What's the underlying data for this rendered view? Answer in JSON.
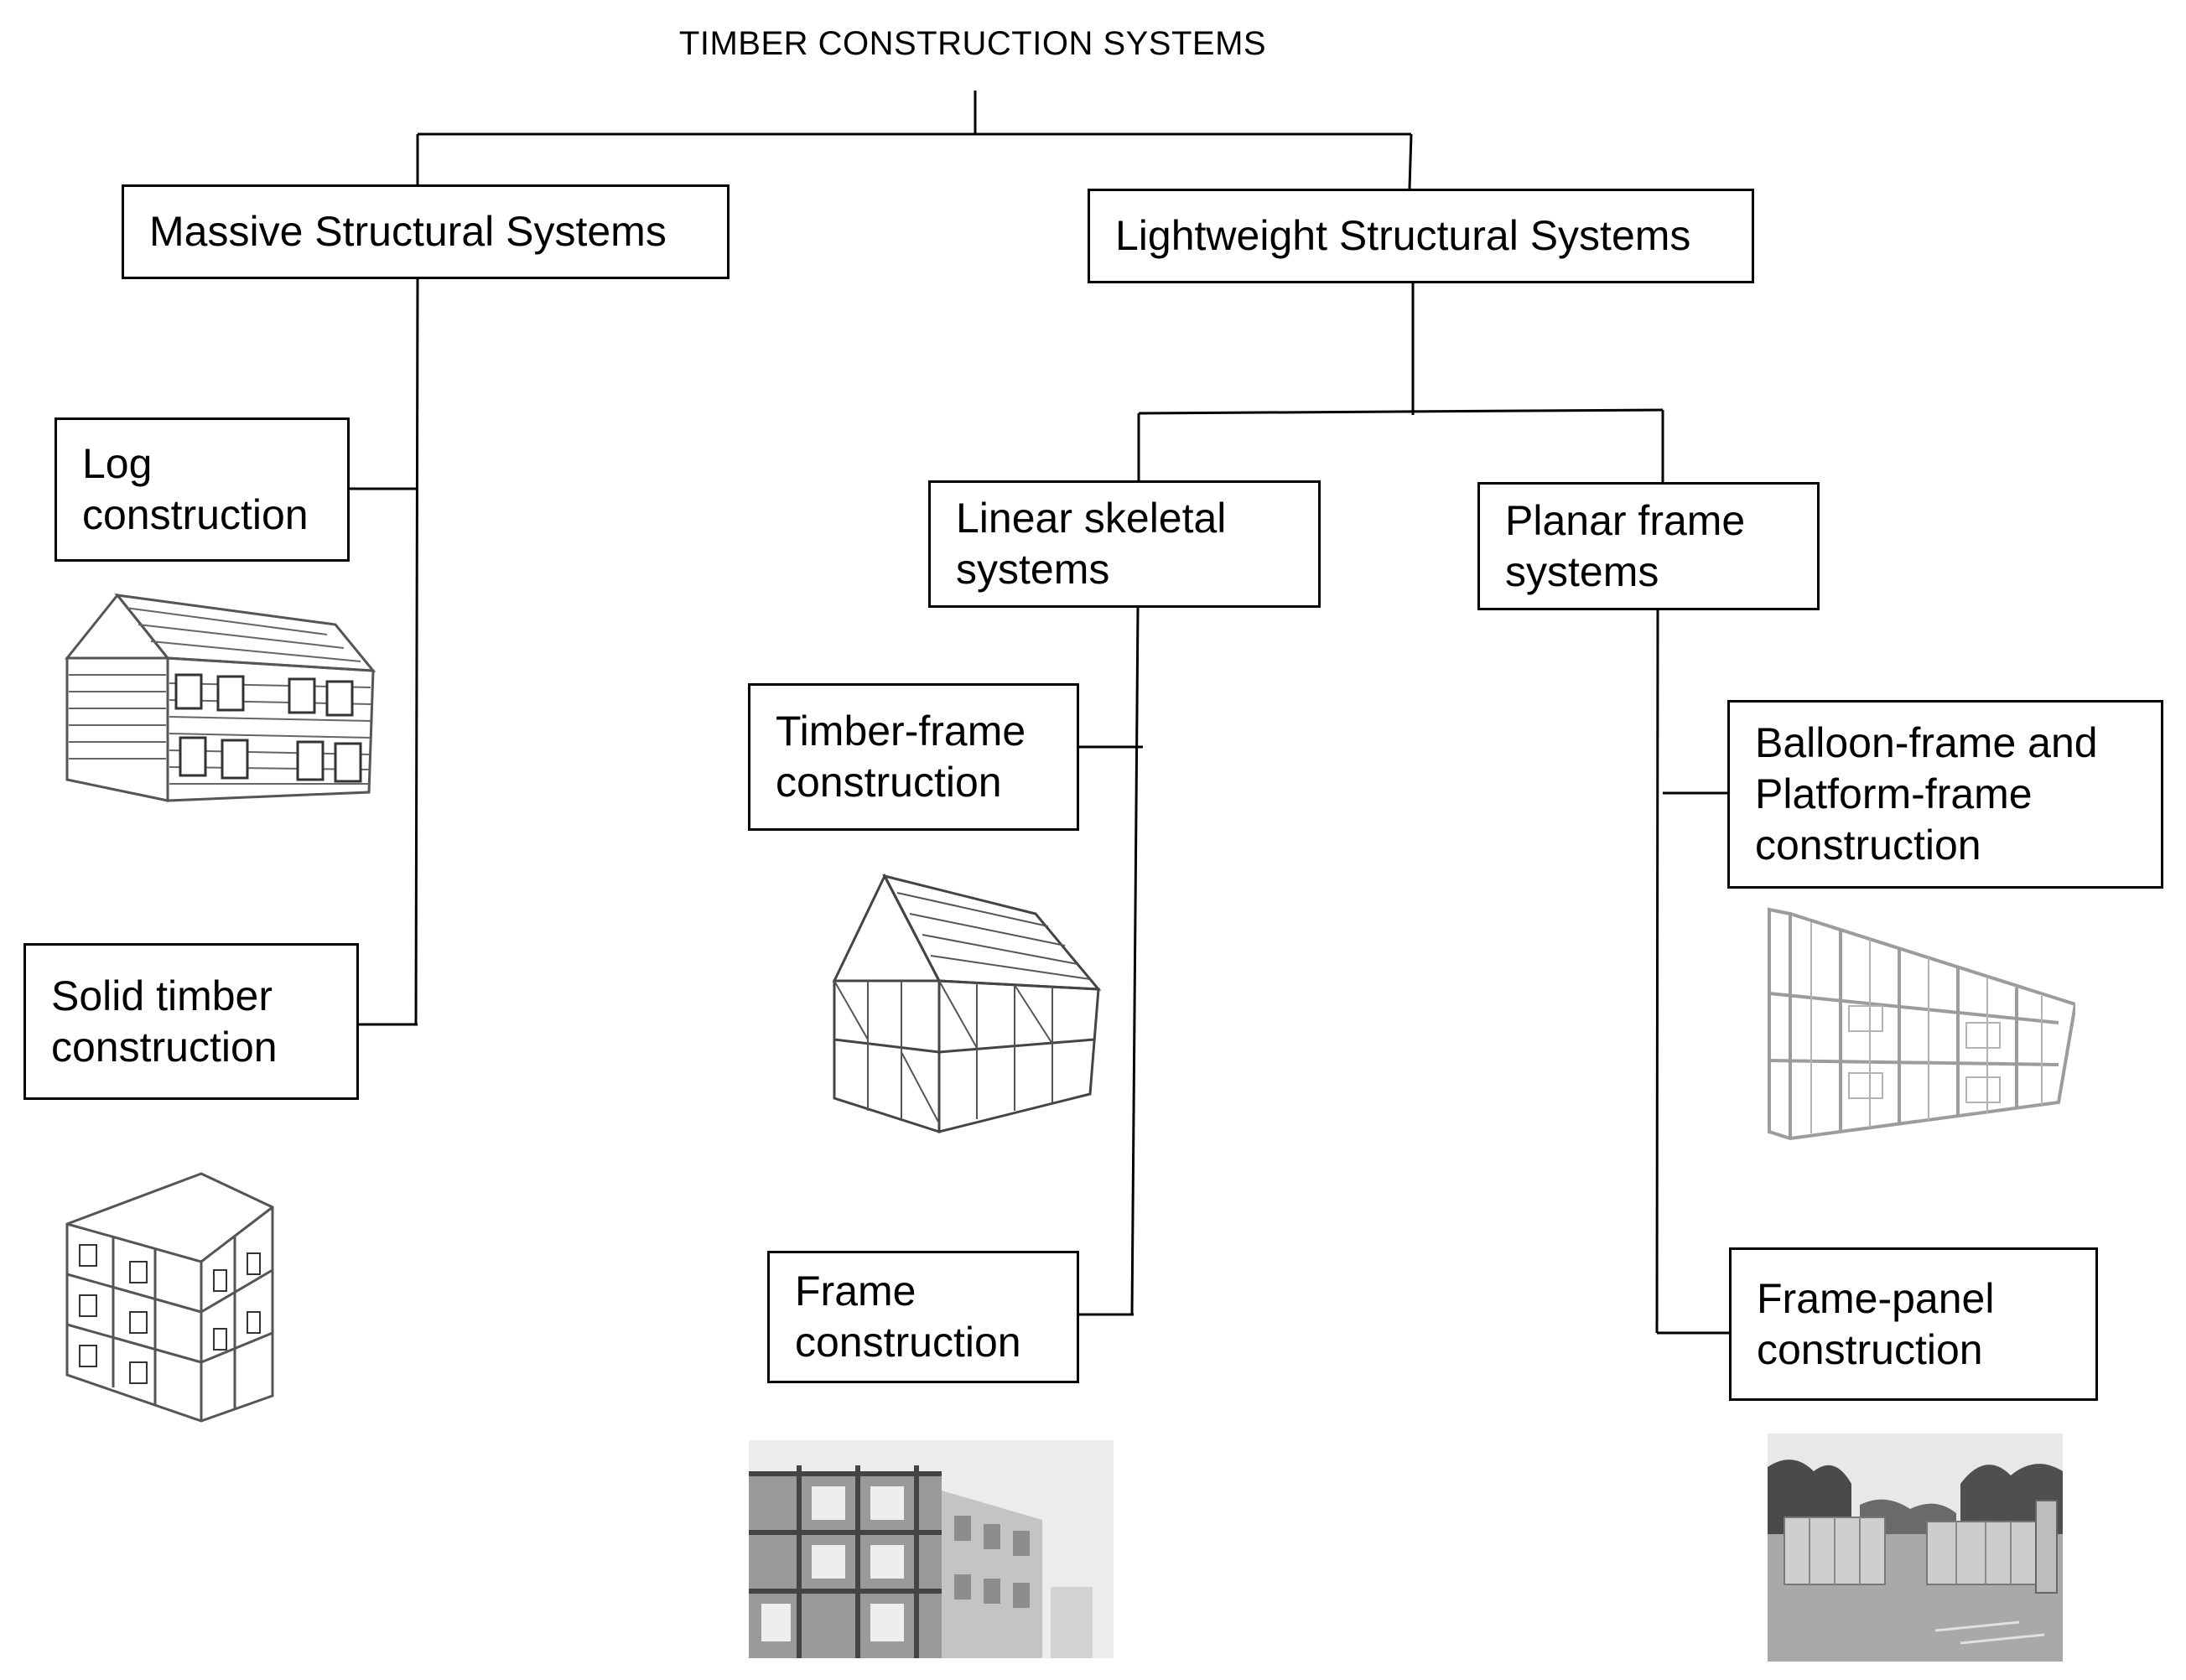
{
  "diagram": {
    "title": "TIMBER CONSTRUCTION SYSTEMS",
    "nodes": {
      "massive": "Massive Structural Systems",
      "lightweight": "Lightweight Structural Systems",
      "log": "Log construction",
      "solid_timber": "Solid timber construction",
      "linear_skeletal": "Linear skeletal systems",
      "planar_frame": "Planar frame systems",
      "timber_frame": "Timber-frame construction",
      "frame": "Frame construction",
      "balloon_platform": "Balloon-frame and Platform-frame construction",
      "frame_panel": "Frame-panel construction"
    },
    "edges": [
      [
        "title",
        "massive"
      ],
      [
        "title",
        "lightweight"
      ],
      [
        "massive",
        "log"
      ],
      [
        "massive",
        "solid_timber"
      ],
      [
        "lightweight",
        "linear_skeletal"
      ],
      [
        "lightweight",
        "planar_frame"
      ],
      [
        "linear_skeletal",
        "timber_frame"
      ],
      [
        "linear_skeletal",
        "frame"
      ],
      [
        "planar_frame",
        "balloon_platform"
      ],
      [
        "planar_frame",
        "frame_panel"
      ]
    ],
    "illustrations": {
      "log": "log-house-sketch",
      "solid_timber": "solid-timber-building-sketch",
      "timber_frame": "timber-frame-house-sketch",
      "frame": "frame-building-photo",
      "balloon_platform": "balloon-frame-structure-sketch",
      "frame_panel": "frame-panel-site-photo"
    },
    "colors": {
      "line": "#000000",
      "box_border": "#000000",
      "sketch": "#555555",
      "photo": "#8a8a8a"
    }
  }
}
